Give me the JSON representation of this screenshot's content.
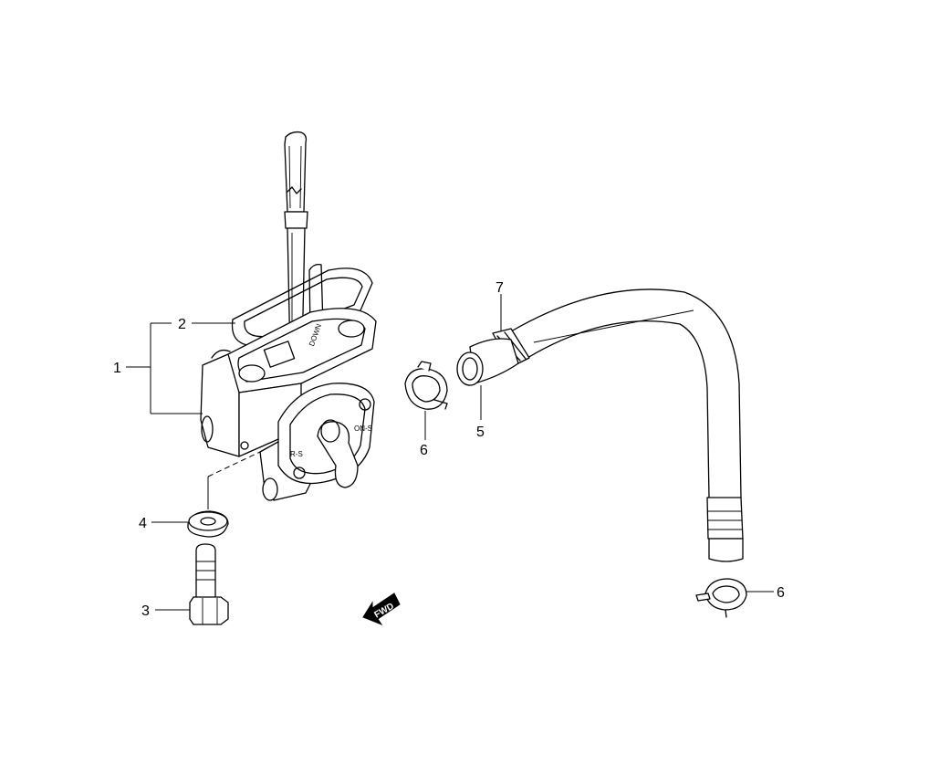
{
  "callouts": {
    "c1": "1",
    "c2": "2",
    "c3": "3",
    "c4": "4",
    "c5": "5",
    "c6a": "6",
    "c6b": "6",
    "c7": "7"
  },
  "fwd_label": "FWD"
}
